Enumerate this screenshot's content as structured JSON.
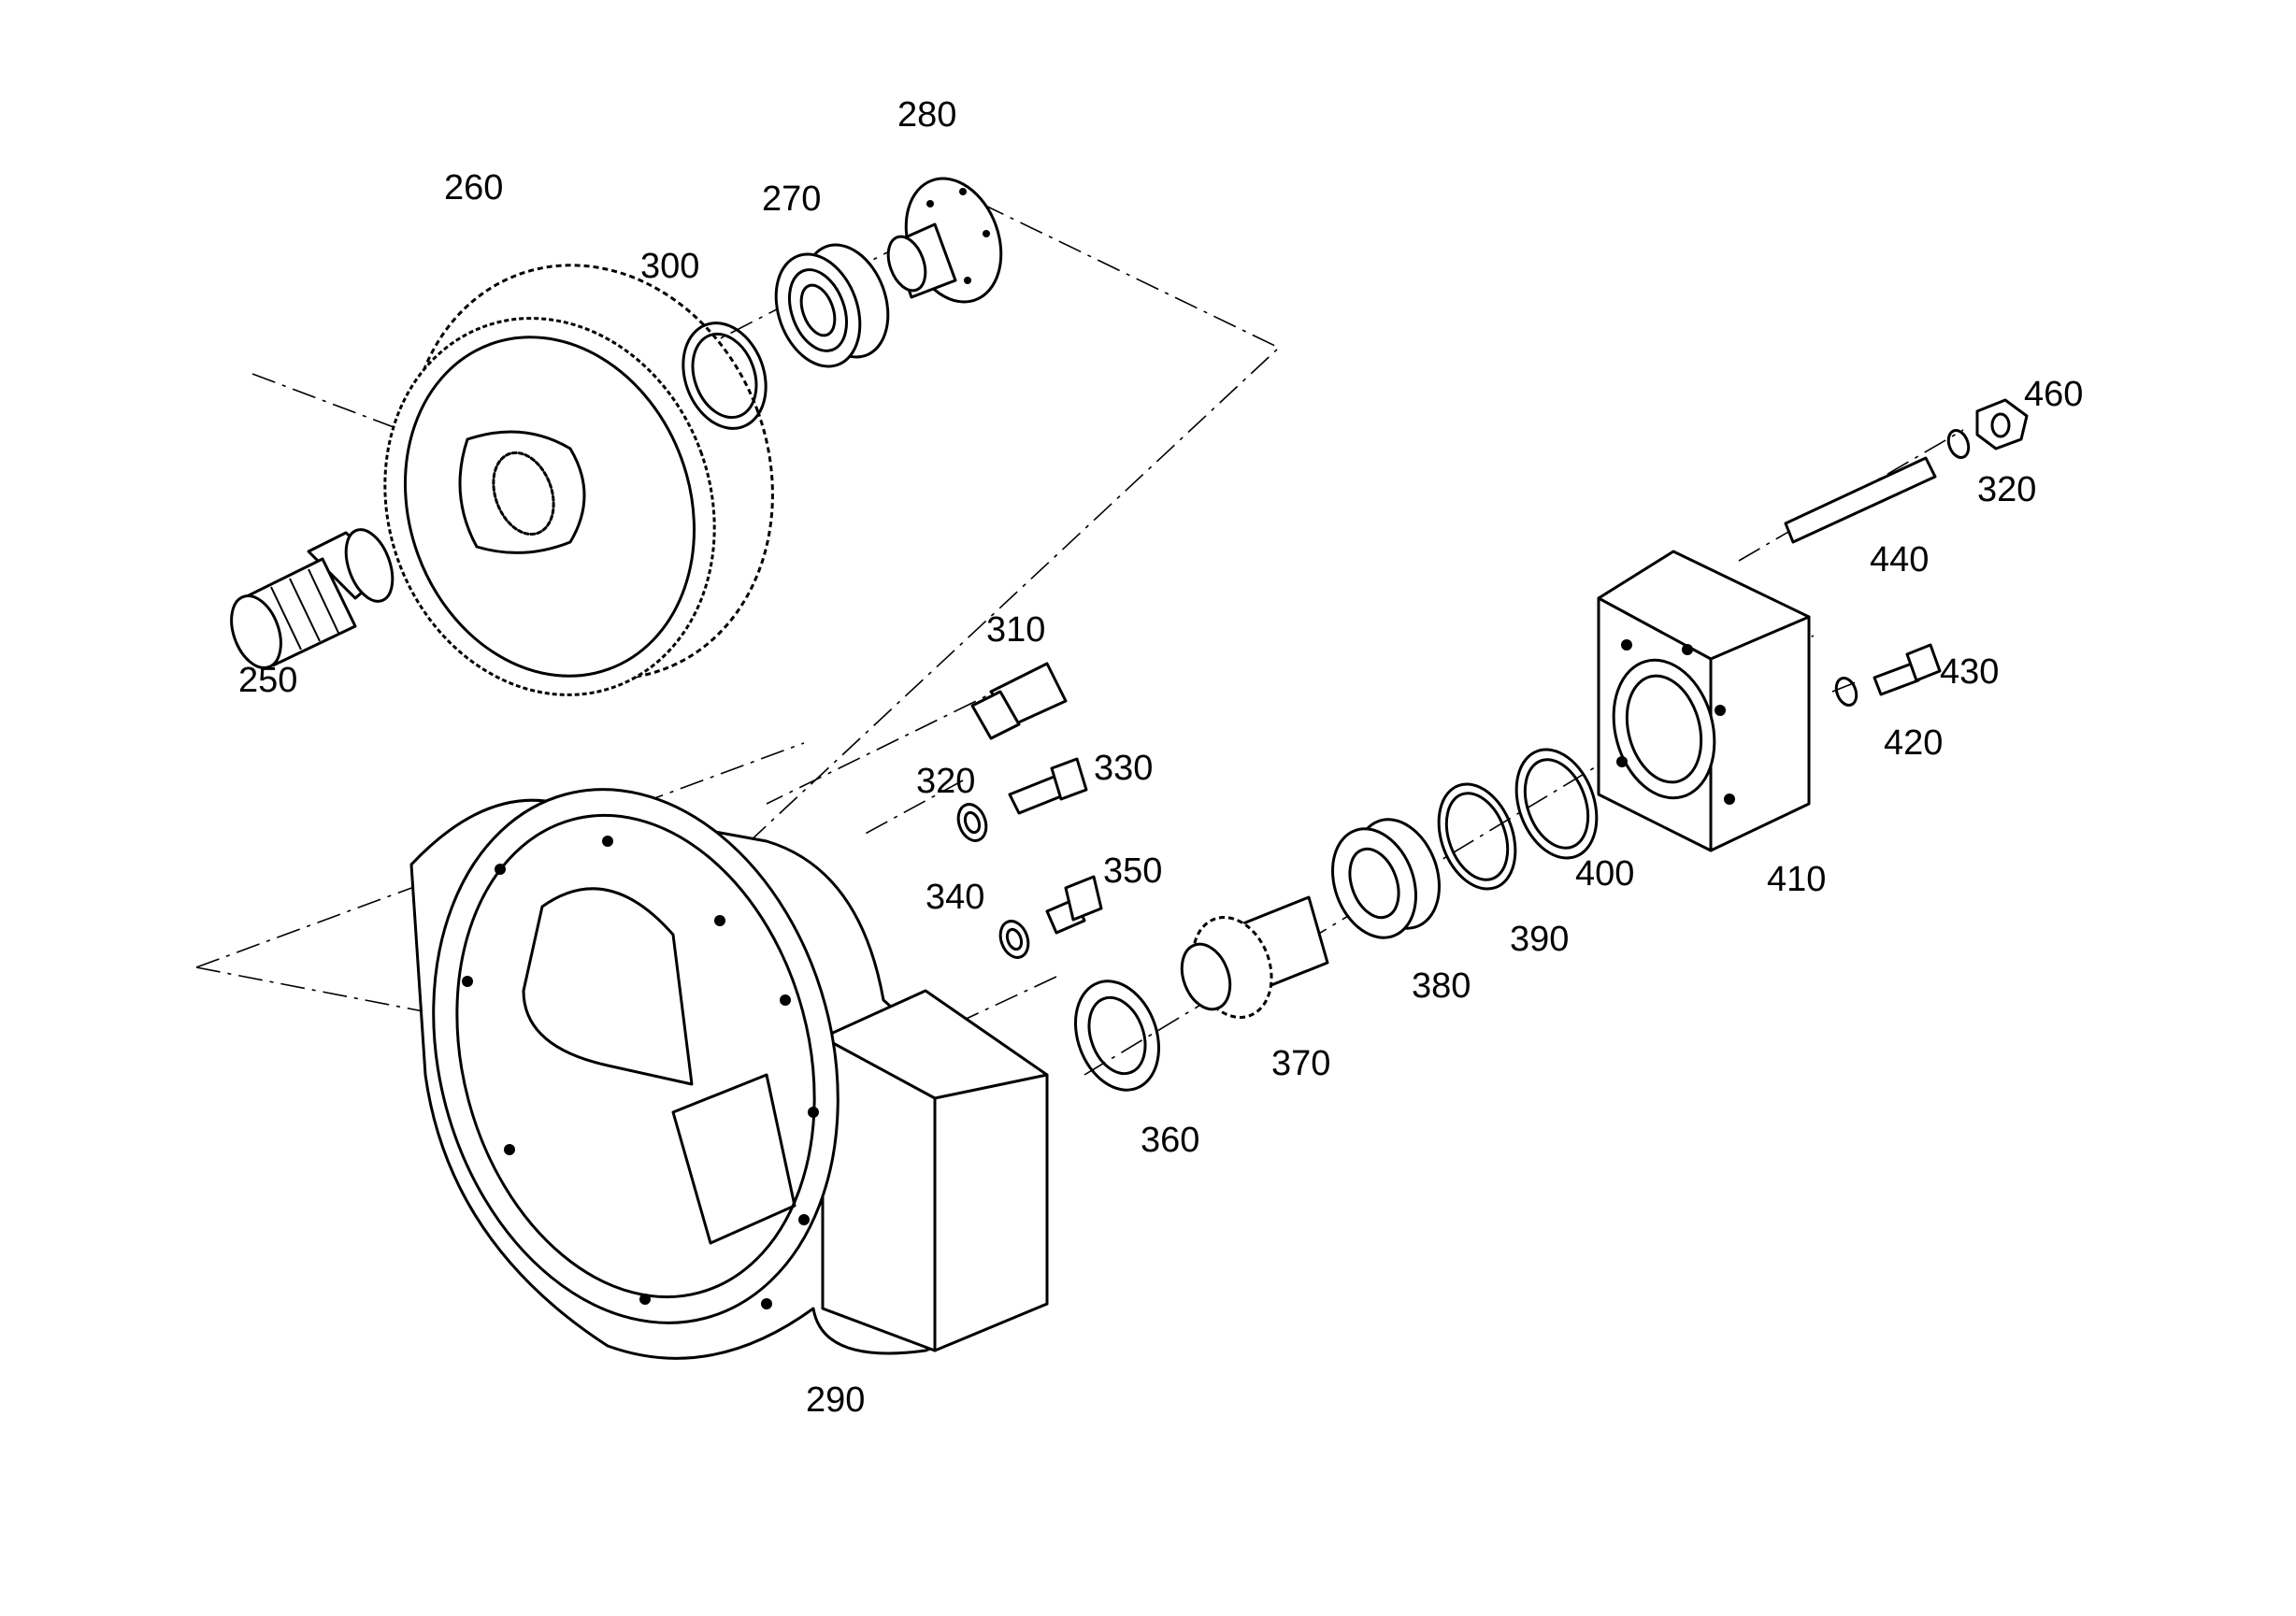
{
  "labels": {
    "p250": "250",
    "p260": "260",
    "p270": "270",
    "p280": "280",
    "p290": "290",
    "p300": "300",
    "p310": "310",
    "p320a": "320",
    "p320b": "320",
    "p330": "330",
    "p340": "340",
    "p350": "350",
    "p360": "360",
    "p370": "370",
    "p380": "380",
    "p390": "390",
    "p400": "400",
    "p410": "410",
    "p420": "420",
    "p430": "430",
    "p440": "440",
    "p460": "460"
  }
}
